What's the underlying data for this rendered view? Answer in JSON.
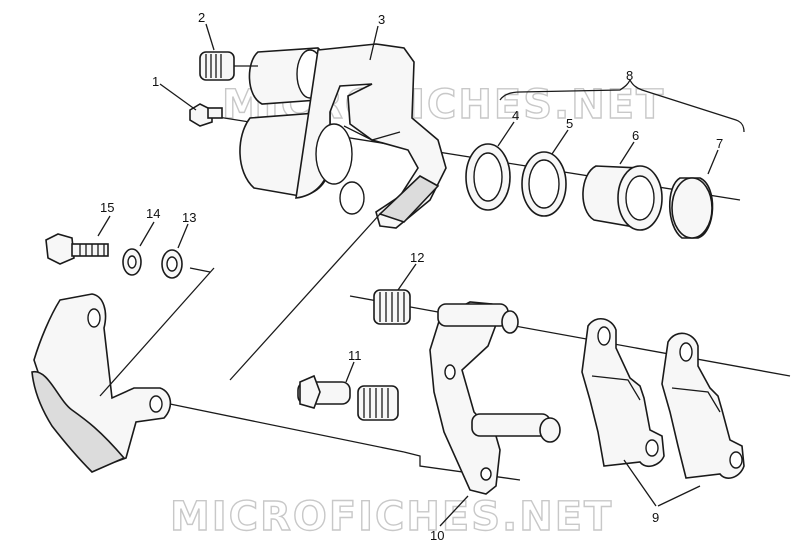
{
  "watermark": "MICROFICHES.NET",
  "callouts": [
    "1",
    "2",
    "3",
    "4",
    "5",
    "6",
    "7",
    "8",
    "9",
    "10",
    "11",
    "12",
    "13",
    "14",
    "15"
  ]
}
